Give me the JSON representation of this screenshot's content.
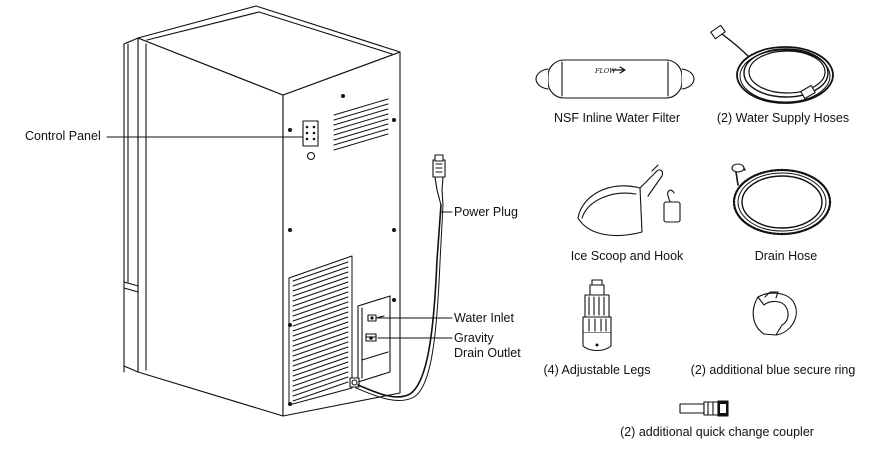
{
  "callouts": {
    "control_panel": "Control Panel",
    "power_plug": "Power Plug",
    "water_inlet": "Water Inlet",
    "drain_outlet_line1": "Gravity",
    "drain_outlet_line2": "Drain Outlet"
  },
  "filter_text": "FLOW",
  "accessories": {
    "filter": "NSF Inline Water Filter",
    "hoses": "(2) Water Supply Hoses",
    "scoop": "Ice Scoop and Hook",
    "drain_hose": "Drain Hose",
    "legs": "(4) Adjustable Legs",
    "ring": "(2) additional blue secure ring",
    "coupler": "(2) additional quick change coupler"
  }
}
